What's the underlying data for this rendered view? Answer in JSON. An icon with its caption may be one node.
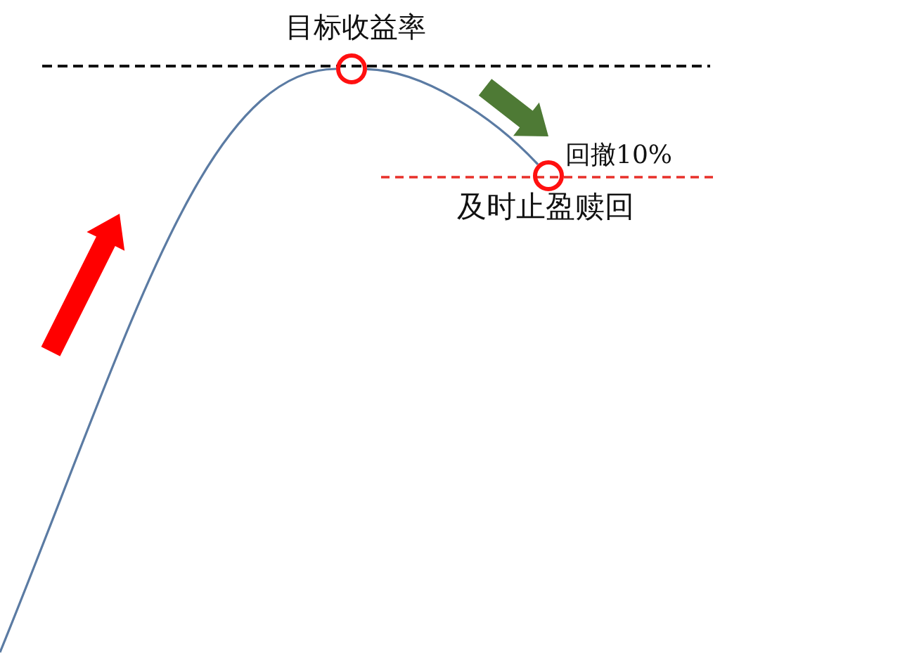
{
  "diagram": {
    "nodes": [
      {
        "text": [],
        "shape": "circle"
      },
      {
        "text": [],
        "shape": "circle"
      }
    ],
    "edges": [
      {
        "from": null,
        "to": 0,
        "arrow": "none"
      },
      {
        "from": 0,
        "to": 1,
        "arrow": "none"
      }
    ],
    "labels": [
      "目标收益率",
      "回撤10%",
      "及时止盈赎回"
    ]
  }
}
